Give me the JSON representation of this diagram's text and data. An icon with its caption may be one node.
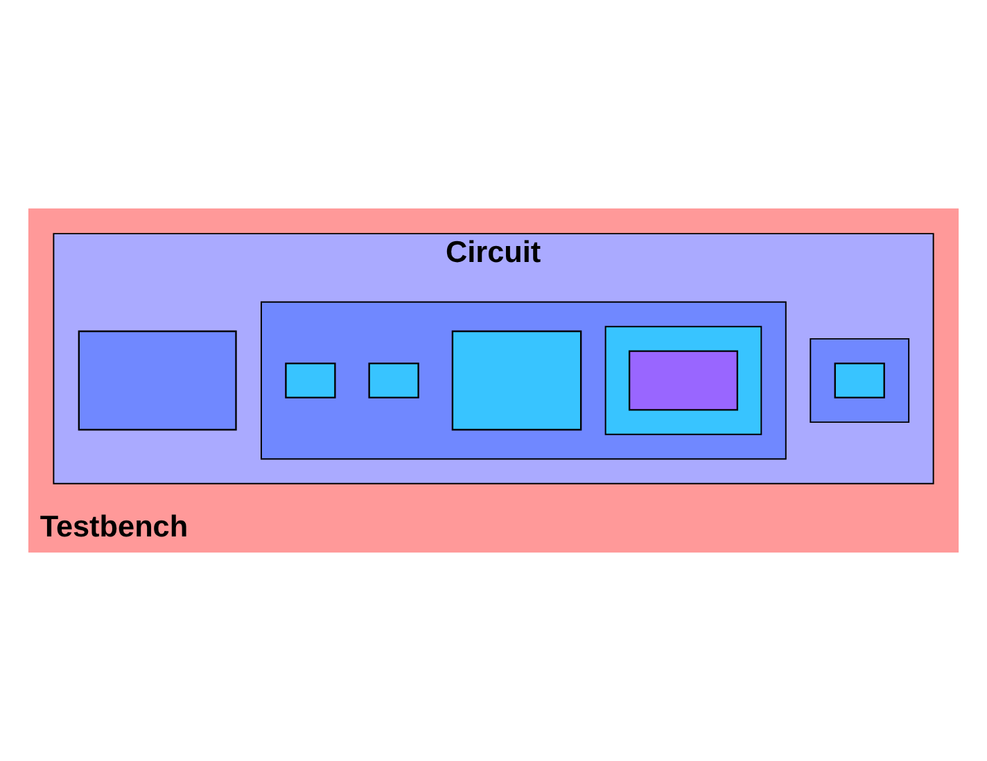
{
  "diagram": {
    "nodes": [
      {
        "text": [
          "Testbench"
        ]
      },
      {
        "text": [
          "Circuit"
        ],
        "in": 0
      },
      {
        "text": [],
        "shape": "box",
        "in": 1
      },
      {
        "text": [],
        "shape": "box",
        "in": 1
      },
      {
        "text": [],
        "shape": "box",
        "in": 3
      },
      {
        "text": [],
        "shape": "box",
        "in": 1
      },
      {
        "text": [],
        "shape": "box",
        "in": 5
      },
      {
        "text": [],
        "shape": "box",
        "in": 5
      },
      {
        "text": [],
        "shape": "box",
        "in": 5
      },
      {
        "text": [],
        "shape": "box",
        "in": 5
      },
      {
        "text": [],
        "shape": "box",
        "in": 9
      }
    ]
  }
}
